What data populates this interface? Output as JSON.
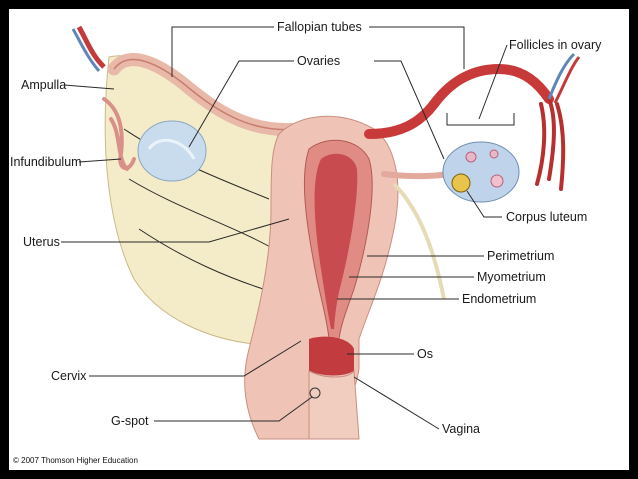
{
  "diagram": {
    "labels": {
      "fallopian_tubes": "Fallopian tubes",
      "follicles": "Follicles in ovary",
      "ovaries": "Ovaries",
      "ampulla": "Ampulla",
      "infundibulum": "Infundibulum",
      "uterus": "Uterus",
      "corpus_luteum": "Corpus luteum",
      "perimetrium": "Perimetrium",
      "myometrium": "Myometrium",
      "endometrium": "Endometrium",
      "os": "Os",
      "cervix": "Cervix",
      "g_spot": "G-spot",
      "vagina": "Vagina"
    },
    "copyright": "© 2007 Thomson Higher Education"
  }
}
